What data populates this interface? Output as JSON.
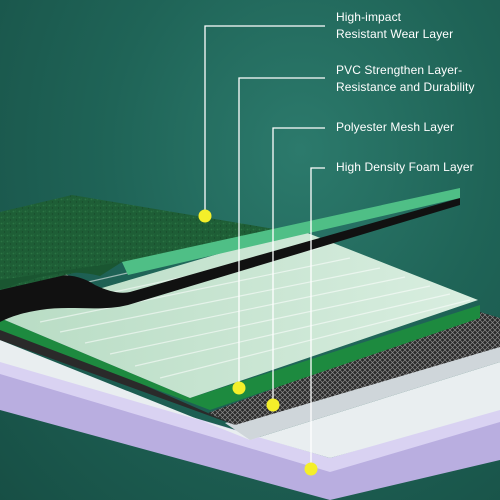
{
  "labels": [
    {
      "lines": [
        "High-impact",
        "Resistant Wear Layer"
      ]
    },
    {
      "lines": [
        "PVC Strengthen Layer-",
        "Resistance and Durability"
      ]
    },
    {
      "lines": [
        "Polyester Mesh Layer"
      ]
    },
    {
      "lines": [
        "High Density Foam Layer"
      ]
    }
  ],
  "colors": {
    "background": "#1f6457",
    "wear_layer": "#1e5e36",
    "wear_layer_edge": "#4fbf86",
    "backing": "#111111",
    "light_green_layer": "#cfe8d6",
    "pvc_layer": "#1d8a3f",
    "mesh_layer": "#2a2a2a",
    "white_layer": "#e9eef0",
    "foam_layer": "#b9aee0",
    "callout_line": "#ffffff",
    "callout_dot": "#f4ef2a"
  },
  "icons": [
    "textured-wear-surface",
    "polyester-mesh-texture",
    "callout-dot"
  ]
}
